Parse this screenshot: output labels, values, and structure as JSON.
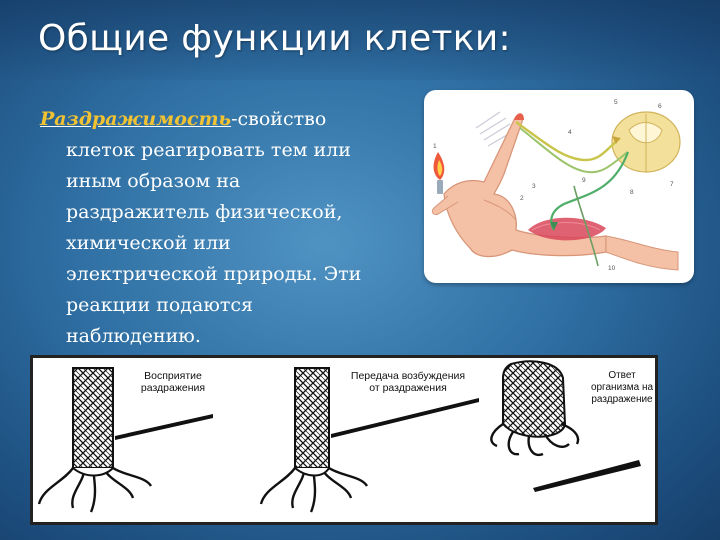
{
  "slide": {
    "title": "Общие функции клетки:",
    "term": "Раздражимость",
    "definition_line1": "-свойство",
    "definition_lines": [
      "клеток реагировать тем или",
      "иным образом на",
      "раздражитель физической,",
      "химической или",
      "электрической природы. Эти",
      "реакции подаются",
      "наблюдению."
    ]
  },
  "reflex_figure": {
    "numbers": [
      "1",
      "2",
      "3",
      "4",
      "5",
      "6",
      "7",
      "8",
      "9",
      "10"
    ]
  },
  "stages": [
    {
      "label_line1": "Восприятие",
      "label_line2": "раздражения",
      "label_line3": ""
    },
    {
      "label_line1": "Передача возбуждения",
      "label_line2": "от раздражения",
      "label_line3": ""
    },
    {
      "label_line1": "Ответ",
      "label_line2": "организма на",
      "label_line3": "раздражение"
    }
  ],
  "colors": {
    "term": "#f1c232",
    "background": "#2f6fa3"
  }
}
